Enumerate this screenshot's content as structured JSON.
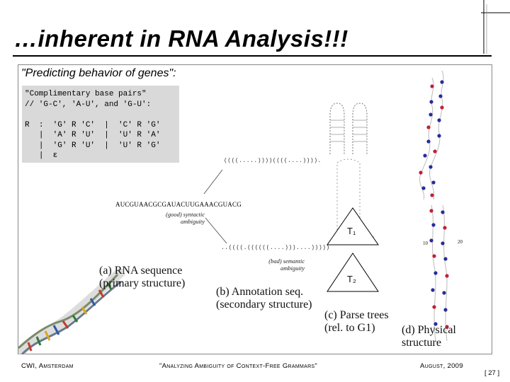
{
  "slide": {
    "title": "…inherent in RNA Analysis!!!",
    "subtitle": "\"Predicting behavior of genes\":"
  },
  "code": {
    "line1": "\"Complimentary base pairs\"",
    "line2": "// 'G-C', 'A-U', and 'G-U':",
    "r_lhs": "R",
    "rows": [
      ":  'G' R 'C'  |  'C' R 'G'",
      "|  'A' R 'U'  |  'U' R 'A'",
      "|  'G' R 'U'  |  'U' R 'G'",
      "|  ε"
    ]
  },
  "figure": {
    "sequence": "AUCGUAACGCGAUACUUGAAACGUACG",
    "good_label": "(good) syntactic ambiguity",
    "bad_label": "(bad) semantic ambiguity",
    "dotbracket1": "((((.....))))((((....)))).",
    "dotbracket2": "..((((.((((((....)))....)))))",
    "t1": "T₁",
    "t2": "T₂",
    "caption_a": "(a) RNA sequence\n(primary structure)",
    "caption_b": "(b) Annotation seq.\n(secondary structure)",
    "caption_c": "(c) Parse trees\n(rel. to G1)",
    "caption_d": "(d) Physical\nstructure",
    "num_10": "10",
    "num_20": "20"
  },
  "footer": {
    "left": "CWI, Amsterdam",
    "center": "\"Analyzing Ambiguity of Context-Free Grammars\"",
    "right": "August, 2009",
    "page": "[ 27 ]"
  },
  "colors": {
    "accent_dot_blue": "#2a2a9a",
    "accent_dot_red": "#c0203a",
    "code_bg": "#d9d9d9"
  }
}
